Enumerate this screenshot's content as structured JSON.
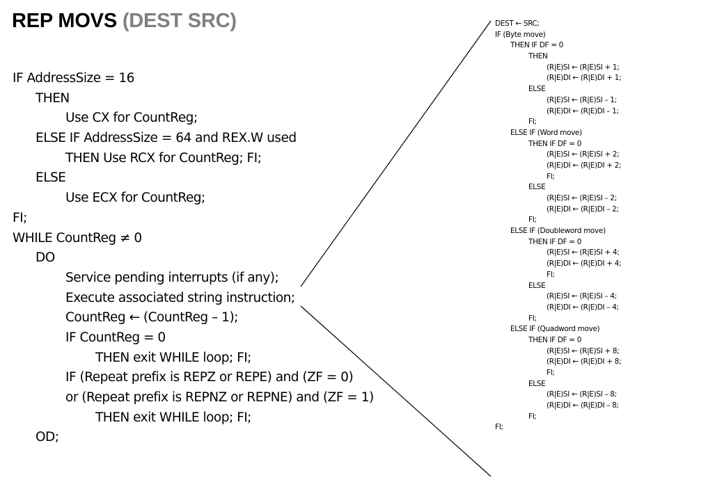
{
  "title": {
    "instruction": "REP MOVS",
    "operands": "(DEST SRC)"
  },
  "left_lines": [
    {
      "text": "IF AddressSize = 16",
      "indent": 0
    },
    {
      "text": "THEN",
      "indent": 1
    },
    {
      "text": "Use CX for CountReg;",
      "indent": 2
    },
    {
      "text": "ELSE IF AddressSize = 64 and REX.W used",
      "indent": 1
    },
    {
      "text": "THEN Use RCX for CountReg; FI;",
      "indent": 2
    },
    {
      "text": "ELSE",
      "indent": 1
    },
    {
      "text": "Use ECX for CountReg;",
      "indent": 2
    },
    {
      "text": "FI;",
      "indent": 0
    },
    {
      "text": "WHILE CountReg ≠ 0",
      "indent": 0
    },
    {
      "text": "DO",
      "indent": 1
    },
    {
      "text": "Service pending interrupts (if any);",
      "indent": 2
    },
    {
      "text": "Execute associated string instruction;",
      "indent": 2
    },
    {
      "text": "CountReg ← (CountReg – 1);",
      "indent": 2
    },
    {
      "text": "IF CountReg = 0",
      "indent": 2
    },
    {
      "text": "THEN exit WHILE loop; FI;",
      "indent": 3
    },
    {
      "text": "IF (Repeat prefix is REPZ or REPE) and (ZF = 0)",
      "indent": 2
    },
    {
      "text": "or (Repeat prefix is REPNZ or REPNE) and (ZF = 1)",
      "indent": 2
    },
    {
      "text": "THEN exit WHILE loop; FI;",
      "indent": 3
    },
    {
      "text": "OD;",
      "indent": 1
    }
  ],
  "right_lines": [
    {
      "text": "DEST ← SRC;",
      "indent": 0
    },
    {
      "text": "IF (Byte move)",
      "indent": 0
    },
    {
      "text": "THEN IF DF = 0",
      "indent": 1
    },
    {
      "text": "THEN",
      "indent": 2
    },
    {
      "text": "(R|E)SI ← (R|E)SI + 1;",
      "indent": 3
    },
    {
      "text": "(R|E)DI ← (R|E)DI + 1;",
      "indent": 3
    },
    {
      "text": "ELSE",
      "indent": 2
    },
    {
      "text": "(R|E)SI ← (R|E)SI – 1;",
      "indent": 3
    },
    {
      "text": "(R|E)DI ← (R|E)DI – 1;",
      "indent": 3
    },
    {
      "text": "FI;",
      "indent": 2
    },
    {
      "text": "ELSE IF (Word move)",
      "indent": 1
    },
    {
      "text": "THEN IF DF = 0",
      "indent": 2
    },
    {
      "text": "(R|E)SI ← (R|E)SI + 2;",
      "indent": 3
    },
    {
      "text": "(R|E)DI ← (R|E)DI + 2;",
      "indent": 3
    },
    {
      "text": "FI;",
      "indent": 3
    },
    {
      "text": "ELSE",
      "indent": 2
    },
    {
      "text": "(R|E)SI ← (R|E)SI – 2;",
      "indent": 3
    },
    {
      "text": "(R|E)DI ← (R|E)DI – 2;",
      "indent": 3
    },
    {
      "text": "FI;",
      "indent": 2
    },
    {
      "text": "ELSE IF (Doubleword move)",
      "indent": 1
    },
    {
      "text": "THEN IF DF = 0",
      "indent": 2
    },
    {
      "text": "(R|E)SI ← (R|E)SI + 4;",
      "indent": 3
    },
    {
      "text": "(R|E)DI ← (R|E)DI + 4;",
      "indent": 3
    },
    {
      "text": "FI;",
      "indent": 3
    },
    {
      "text": "ELSE",
      "indent": 2
    },
    {
      "text": "(R|E)SI ← (R|E)SI – 4;",
      "indent": 3
    },
    {
      "text": "(R|E)DI ← (R|E)DI – 4;",
      "indent": 3
    },
    {
      "text": "FI;",
      "indent": 2
    },
    {
      "text": "ELSE IF (Quadword move)",
      "indent": 1
    },
    {
      "text": "THEN IF DF = 0",
      "indent": 2
    },
    {
      "text": "(R|E)SI ← (R|E)SI + 8;",
      "indent": 3
    },
    {
      "text": "(R|E)DI ← (R|E)DI + 8;",
      "indent": 3
    },
    {
      "text": "FI;",
      "indent": 3
    },
    {
      "text": "ELSE",
      "indent": 2
    },
    {
      "text": "(R|E)SI ← (R|E)SI – 8;",
      "indent": 3
    },
    {
      "text": "(R|E)DI ← (R|E)DI – 8;",
      "indent": 3
    },
    {
      "text": "FI;",
      "indent": 2
    },
    {
      "text": "FI;",
      "indent": 0
    }
  ],
  "colors": {
    "text": "#000000",
    "operands": "#808080",
    "connector": "#000000"
  }
}
